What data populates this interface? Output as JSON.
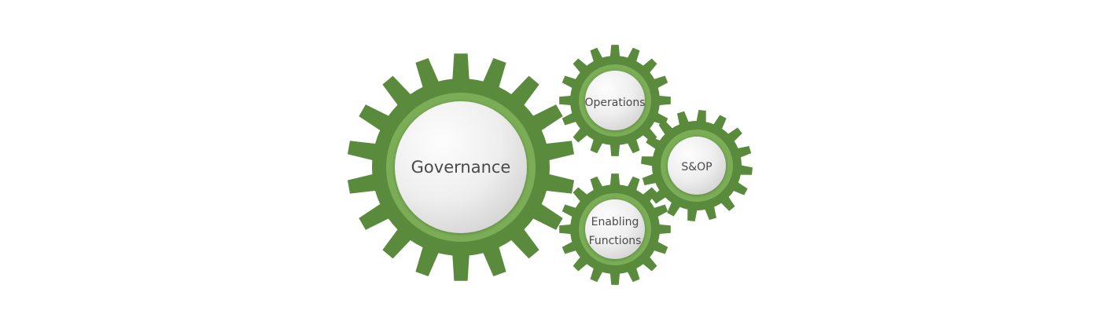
{
  "colors": {
    "gear_outer": "#5a8a3c",
    "gear_ring": "#7aad55",
    "hub_light": "#fbfbfb",
    "hub_dark": "#d9d9d9",
    "label": "#4a4a4a",
    "background": "#ffffff"
  },
  "gears": {
    "governance": {
      "label": "Governance"
    },
    "operations": {
      "label": "Operations"
    },
    "sop": {
      "label": "S&OP"
    },
    "enabling": {
      "label_line1": "Enabling",
      "label_line2": "Functions"
    }
  }
}
